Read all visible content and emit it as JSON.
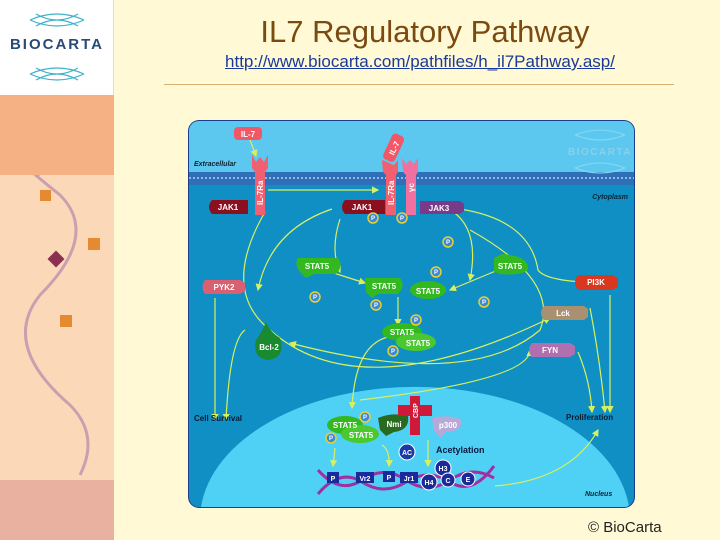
{
  "header": {
    "title": "IL7 Regulatory Pathway",
    "url": "http://www.biocarta.com/pathfiles/h_il7Pathway.asp/"
  },
  "logo": {
    "text": "BIOCARTA"
  },
  "footer": {
    "copyright": "© BioCarta"
  },
  "diagram": {
    "watermark": "BIOCARTA",
    "regions": {
      "extracellular": "Extracellular",
      "cytoplasm": "Cytoplasm",
      "nucleus": "Nucleus"
    },
    "ligand": "IL-7",
    "receptor_alpha": "IL-7Ra",
    "gamma_c": "γc",
    "jak1": "JAK1",
    "jak3": "JAK3",
    "stat5": "STAT5",
    "phospho": "P",
    "pyk2": "PYK2",
    "pi3k": "PI3K",
    "lck": "Lck",
    "fyn": "FYN",
    "bcl2": "Bcl-2",
    "cell_survival": "Cell Survival",
    "proliferation": "Proliferation",
    "nmi": "Nmi",
    "cbp": "CBP",
    "p300": "p300",
    "ac": "AC",
    "acetylation": "Acetylation",
    "dna_elements": [
      "P",
      "Vr2",
      "P",
      "Jr1",
      "H4",
      "H3",
      "C",
      "E"
    ]
  },
  "colors": {
    "cytoplasm": "#0f8fc4",
    "extracellular": "#5cc8f0",
    "nucleus": "#4fd0f5",
    "arrow": "#d8f060",
    "stat": "#33b820"
  }
}
